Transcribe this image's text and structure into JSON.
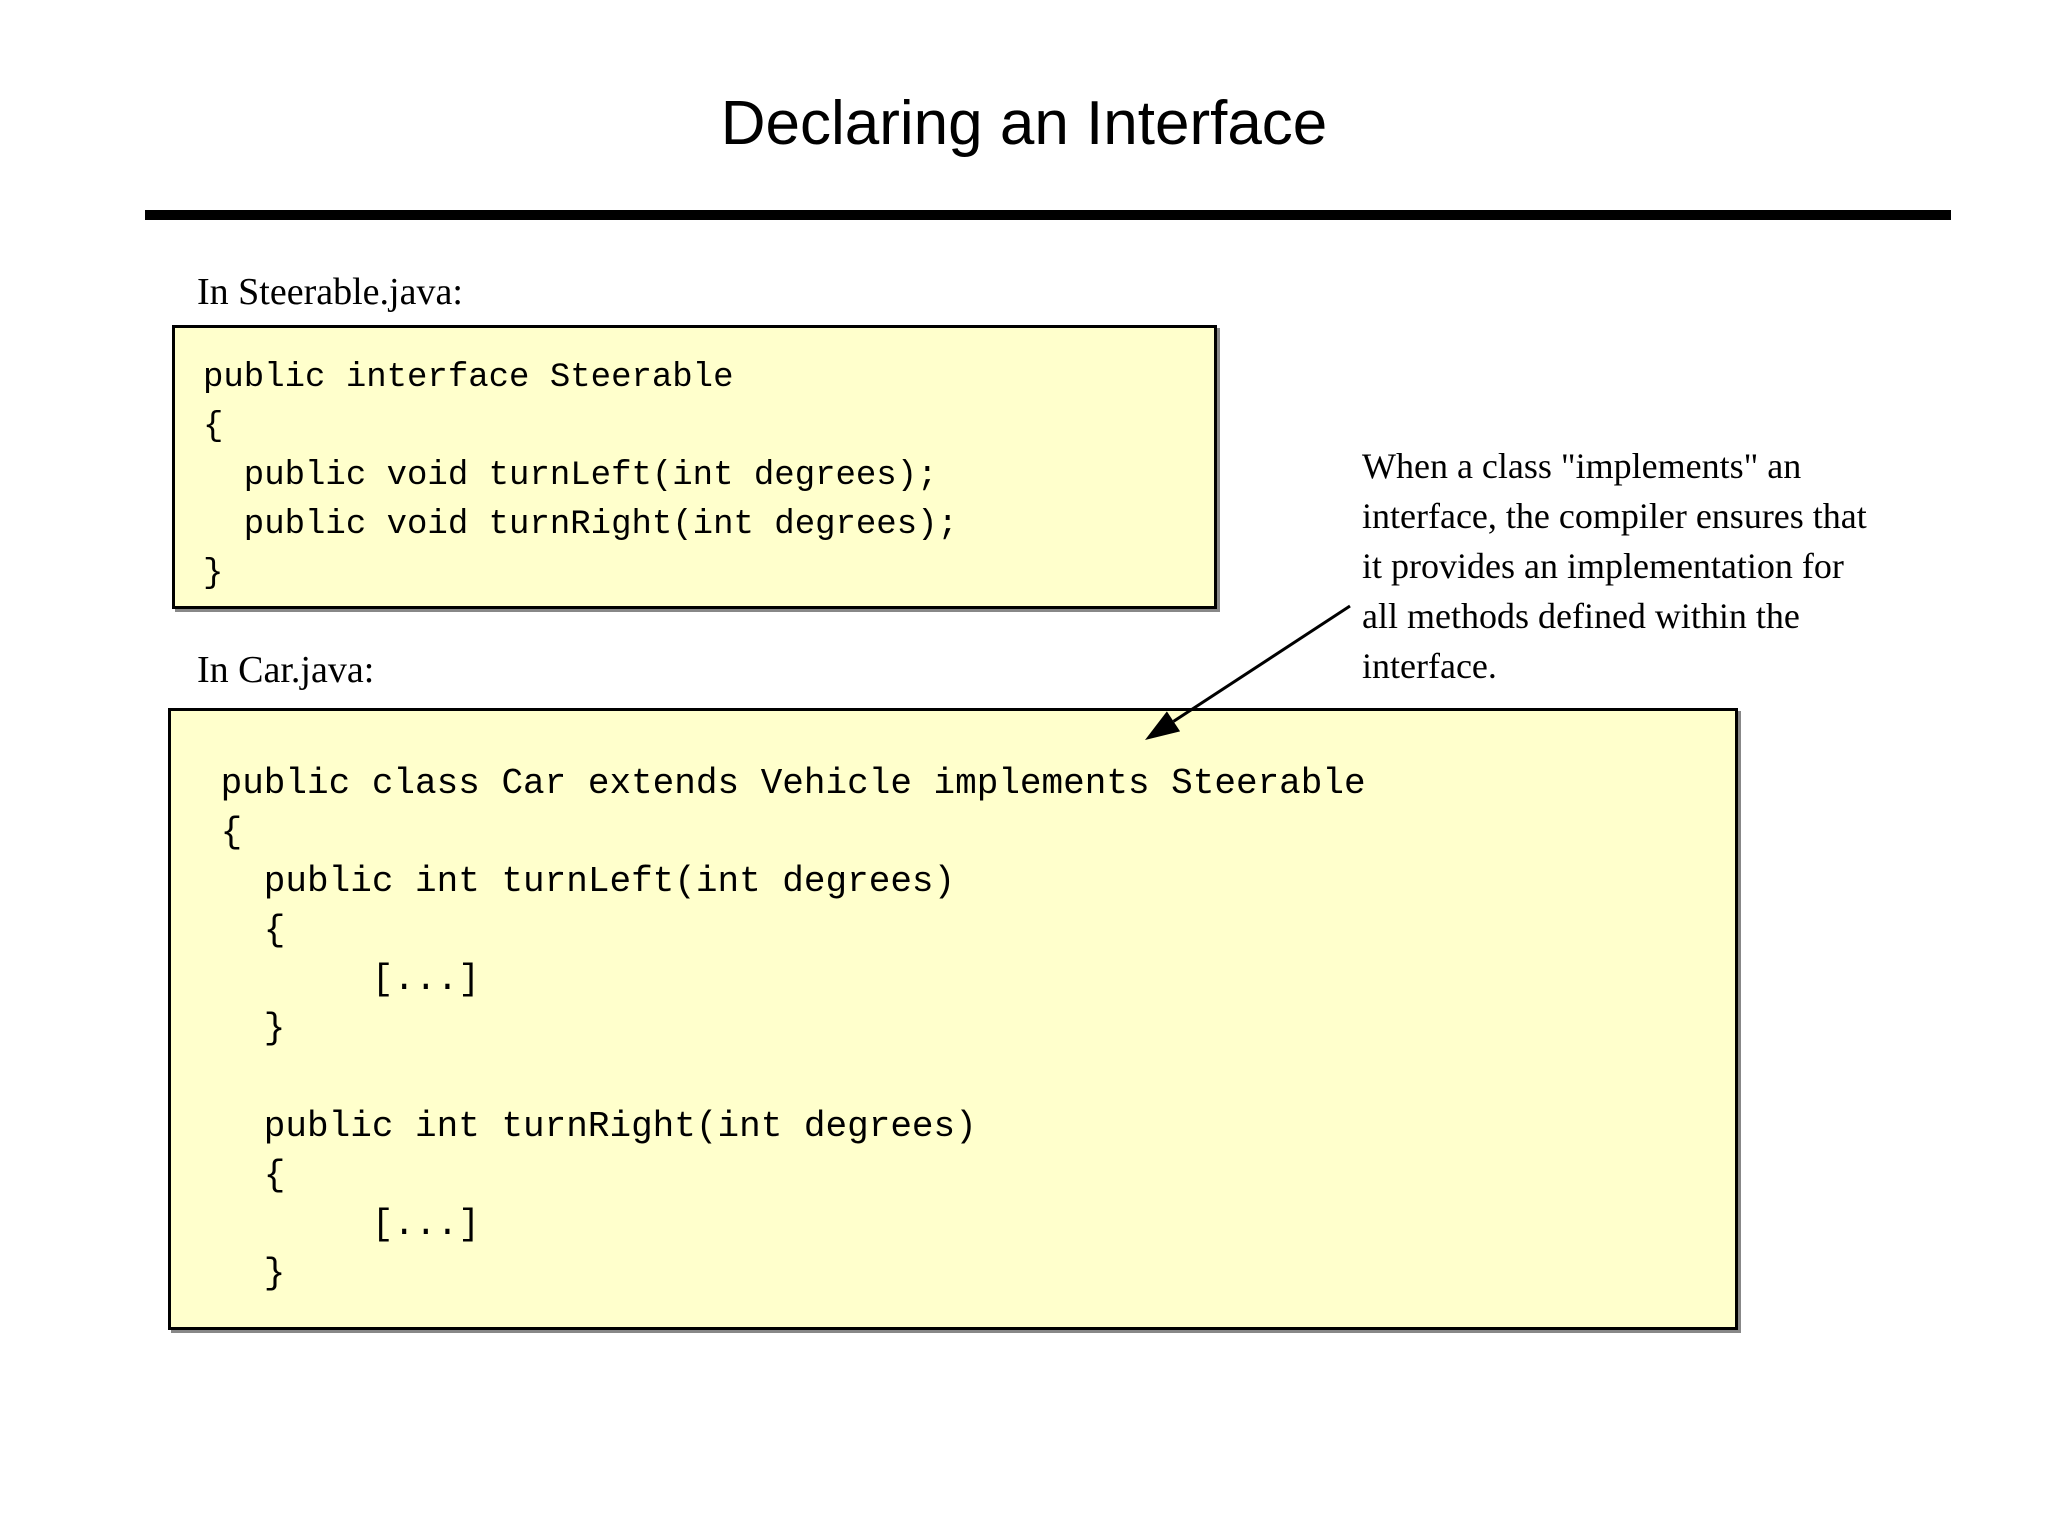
{
  "slide_title": "Declaring an Interface",
  "steerable_section": {
    "label": "In Steerable.java:",
    "code_lines": [
      "public interface Steerable",
      "{",
      "  public void turnLeft(int degrees);",
      "  public void turnRight(int degrees);",
      "}"
    ]
  },
  "car_section": {
    "label": "In Car.java:",
    "code_lines": [
      " public class Car extends Vehicle implements Steerable",
      " {",
      "   public int turnLeft(int degrees)",
      "   {",
      "        [...]",
      "   }",
      "",
      "   public int turnRight(int degrees)",
      "   {",
      "        [...]",
      "   }"
    ]
  },
  "annotation": {
    "lines": [
      "When a class \"implements\" an",
      "interface, the compiler ensures that",
      "it provides an implementation for",
      "all methods defined within the",
      "interface."
    ]
  },
  "colors": {
    "background": "#ffffff",
    "text": "#000000",
    "code_box_fill": "#ffffcc",
    "code_box_border": "#000000",
    "code_box_shadow": "#888888",
    "title_rule": "#000000",
    "arrow": "#000000"
  }
}
